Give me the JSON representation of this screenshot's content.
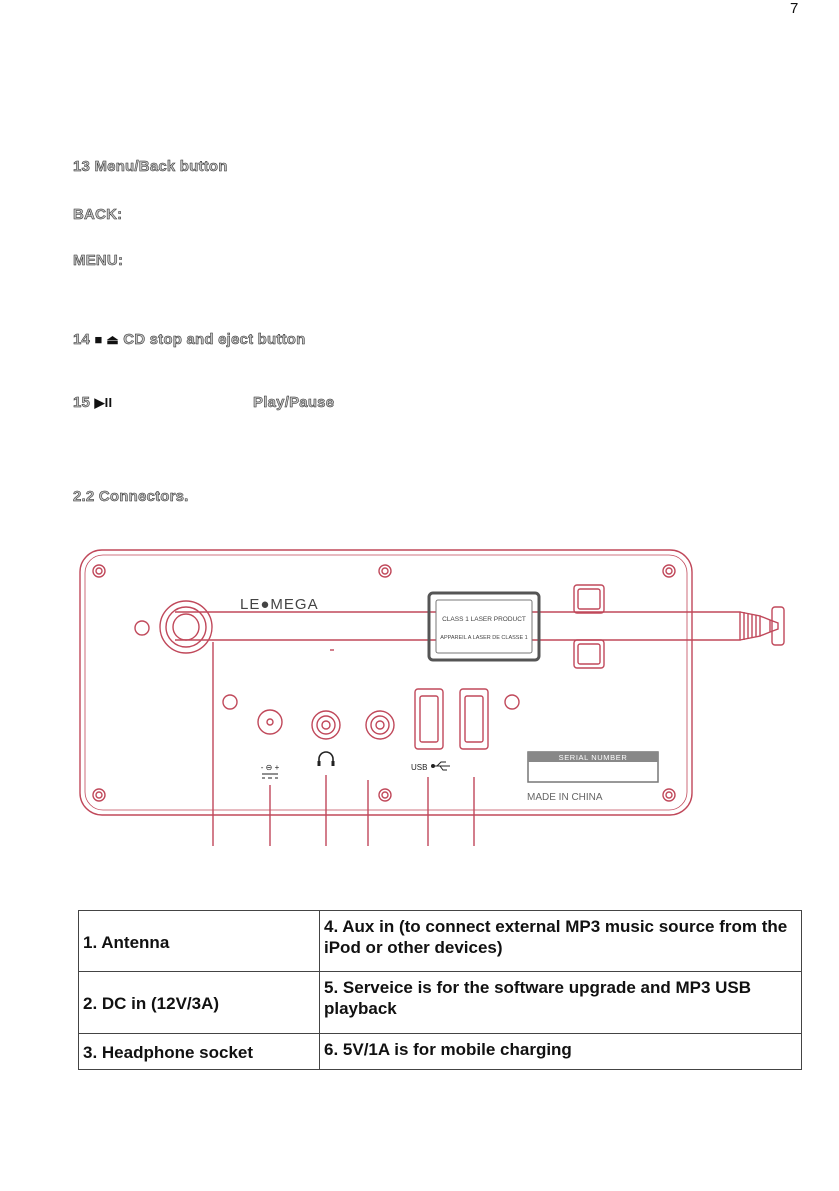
{
  "page": {
    "number": "7"
  },
  "headings": {
    "menu_back": "13 Menu/Back button",
    "back": "BACK:",
    "menu": "MENU:",
    "cd_stop_num": "14",
    "cd_stop_icons": "■ ⏏",
    "cd_stop_label": "CD stop and eject button",
    "play_num": "15",
    "play_icon": "▶II",
    "play_label": "Play/Pause",
    "connectors": "2.2 Connectors."
  },
  "diagram": {
    "brand": "LE●MEGA",
    "laser_label_line1": "CLASS 1 LASER PRODUCT",
    "laser_label_line2": "APPAREIL A LASER DE CLASSE 1",
    "serial_label": "SERIAL NUMBER",
    "made_in": "MADE IN CHINA",
    "usb_label": "USB",
    "dc_symbol": "- ⊖ +",
    "icons": [
      "antenna",
      "dc-jack",
      "headphone-socket",
      "aux-in",
      "usb-port",
      "usb-port"
    ]
  },
  "table": {
    "rows": [
      {
        "left": "1. Antenna",
        "right": "4. Aux in (to connect external MP3 music source from the iPod or other devices)"
      },
      {
        "left": "2. DC in (12V/3A)",
        "right": "5. Serveice is for the software upgrade and MP3 USB playback"
      },
      {
        "left": "3. Headphone socket",
        "right": "6. 5V/1A is for mobile charging"
      }
    ]
  }
}
